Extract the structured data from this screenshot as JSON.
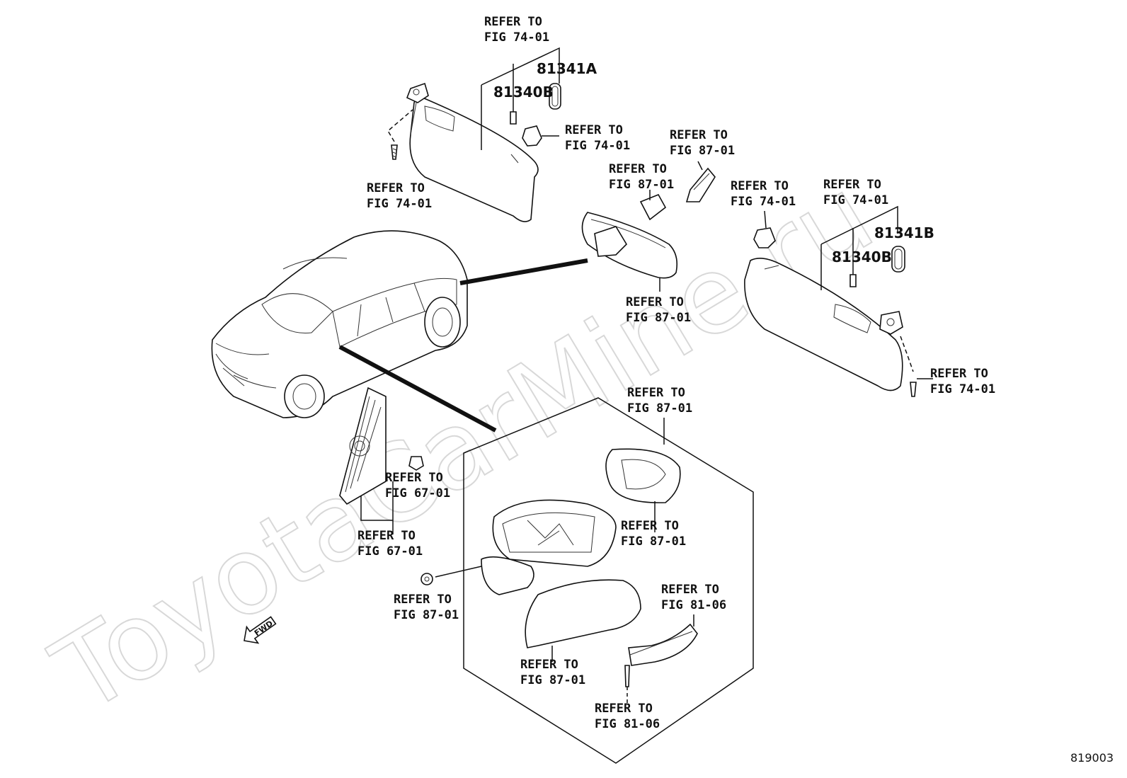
{
  "watermark": "ToyotaCarMine.ru",
  "diagram_number": "819003",
  "fwd_label": "FWD",
  "part_numbers": {
    "p81341A": "81341A",
    "p81340B_left": "81340B",
    "p81341B": "81341B",
    "p81340B_right": "81340B"
  },
  "labels": [
    {
      "id": "visor-l-top",
      "line1": "REFER TO",
      "line2": "FIG 74-01"
    },
    {
      "id": "visor-l-clip",
      "line1": "REFER TO",
      "line2": "FIG 74-01"
    },
    {
      "id": "visor-l-screw",
      "line1": "REFER TO",
      "line2": "FIG 74-01"
    },
    {
      "id": "mirror-bracket-1",
      "line1": "REFER TO",
      "line2": "FIG 87-01"
    },
    {
      "id": "mirror-bracket-2",
      "line1": "REFER TO",
      "line2": "FIG 87-01"
    },
    {
      "id": "visor-r-clip",
      "line1": "REFER TO",
      "line2": "FIG 74-01"
    },
    {
      "id": "visor-r-top",
      "line1": "REFER TO",
      "line2": "FIG 74-01"
    },
    {
      "id": "inner-mirror",
      "line1": "REFER TO",
      "line2": "FIG 87-01"
    },
    {
      "id": "visor-r-screw",
      "line1": "REFER TO",
      "line2": "FIG 74-01"
    },
    {
      "id": "outer-mirror-top",
      "line1": "REFER TO",
      "line2": "FIG 87-01"
    },
    {
      "id": "trim-nut",
      "line1": "REFER TO",
      "line2": "FIG 67-01"
    },
    {
      "id": "trim-panel",
      "line1": "REFER TO",
      "line2": "FIG 67-01"
    },
    {
      "id": "mirror-glass",
      "line1": "REFER TO",
      "line2": "FIG 87-01"
    },
    {
      "id": "mirror-nut",
      "line1": "REFER TO",
      "line2": "FIG 87-01"
    },
    {
      "id": "turn-lamp",
      "line1": "REFER TO",
      "line2": "FIG 81-06"
    },
    {
      "id": "mirror-cover",
      "line1": "REFER TO",
      "line2": "FIG 87-01"
    },
    {
      "id": "lamp-screw",
      "line1": "REFER TO",
      "line2": "FIG 81-06"
    }
  ]
}
